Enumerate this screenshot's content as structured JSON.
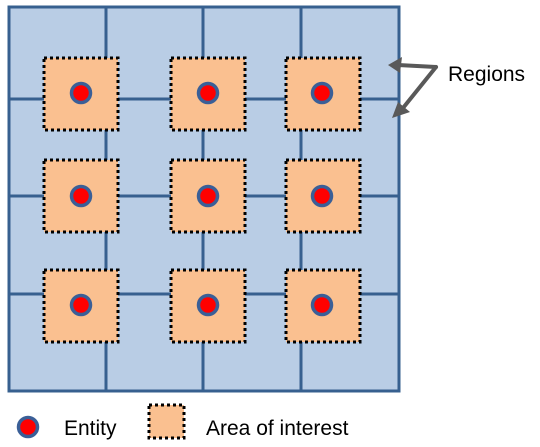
{
  "diagram": {
    "grid": {
      "rows": 4,
      "cols": 4
    },
    "entities": {
      "rows": 3,
      "cols": 3
    },
    "annotation": {
      "label": "Regions",
      "arrow_count": 2
    },
    "legend": {
      "entity_label": "Entity",
      "area_label": "Area of interest"
    },
    "colors": {
      "region_fill": "#b9cde5",
      "region_line": "#37608f",
      "area_fill": "#fac090",
      "area_border": "#000000",
      "entity_fill": "#ff0000",
      "entity_ring": "#3a5f97",
      "arrow": "#595959",
      "text": "#000000"
    }
  }
}
